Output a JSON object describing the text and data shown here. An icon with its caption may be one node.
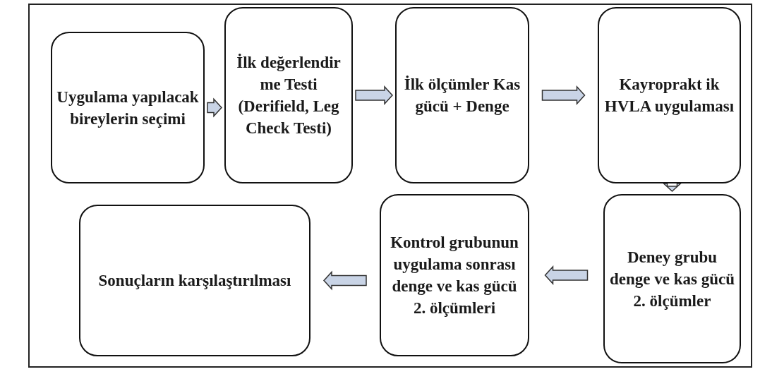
{
  "diagram": {
    "nodes": [
      {
        "text": [
          "Uygulama yapılacak bireylerin seçimi"
        ]
      },
      {
        "text": [
          "İlk değerlendir me Testi (Derifield, Leg Check Testi)"
        ]
      },
      {
        "text": [
          "İlk ölçümler Kas gücü + Denge"
        ]
      },
      {
        "text": [
          "Kayroprakt ik HVLA uygulaması"
        ]
      },
      {
        "text": [
          "Deney grubu denge ve kas gücü 2. ölçümler"
        ]
      },
      {
        "text": [
          "Kontrol grubunun uygulama sonrası denge ve kas gücü 2. ölçümleri"
        ]
      },
      {
        "text": [
          "Sonuçların karşılaştırılması"
        ]
      }
    ],
    "edges": [
      {
        "from": 0,
        "to": 1,
        "arrow": "to"
      },
      {
        "from": 1,
        "to": 2,
        "arrow": "to"
      },
      {
        "from": 2,
        "to": 3,
        "arrow": "to"
      },
      {
        "from": 3,
        "to": 4,
        "arrow": "to"
      },
      {
        "from": 4,
        "to": 5,
        "arrow": "to"
      },
      {
        "from": 5,
        "to": 6,
        "arrow": "to"
      }
    ]
  }
}
